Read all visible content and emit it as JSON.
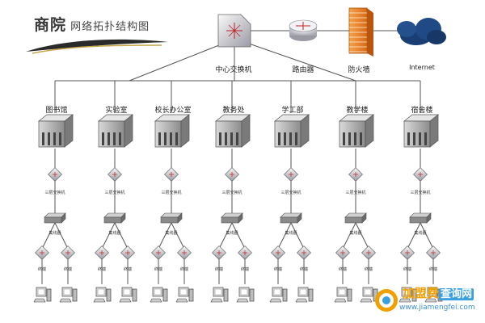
{
  "title": {
    "main": "商院",
    "sub": "网络拓扑结构图"
  },
  "core": {
    "switch_label": "中心交换机",
    "router_label": "路由器",
    "firewall_label": "防火墙",
    "internet_label": "Internet"
  },
  "buildings": [
    {
      "label": "图书馆"
    },
    {
      "label": "实验室"
    },
    {
      "label": "校长办公室"
    },
    {
      "label": "教务处"
    },
    {
      "label": "学工部"
    },
    {
      "label": "教学楼"
    },
    {
      "label": "宿舍楼"
    }
  ],
  "floor_switch_label": "三层交换机",
  "hub_label": "集线器",
  "pc_label": "终端",
  "watermark": {
    "brand_a": "加盟费",
    "brand_b": "查询网",
    "url": "www.jiamengfei.com"
  },
  "colors": {
    "line": "#555555",
    "firewall": "#f08a30",
    "cloud": "#1a3e73",
    "router": "#e8e8ee"
  }
}
